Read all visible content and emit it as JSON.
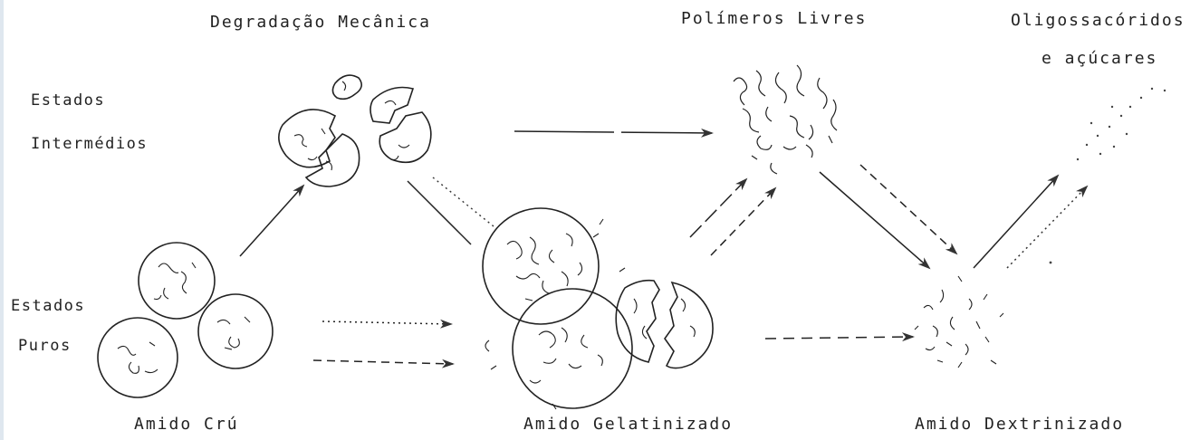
{
  "title_mechanical": "Degradação Mecânica",
  "title_free_polymers": "Polímeros Livres",
  "title_oligosaccharides_line1": "Oligossacóridos",
  "title_oligosaccharides_line2": "e açúcares",
  "state_intermediate_line1": "Estados",
  "state_intermediate_line2": "Intermédios",
  "state_pure_line1": "Estados",
  "state_pure_line2": "Puros",
  "stage_raw": "Amido Crú",
  "stage_gelatinized": "Amido Gelatinizado",
  "stage_dextrinized": "Amido Dextrinizado"
}
